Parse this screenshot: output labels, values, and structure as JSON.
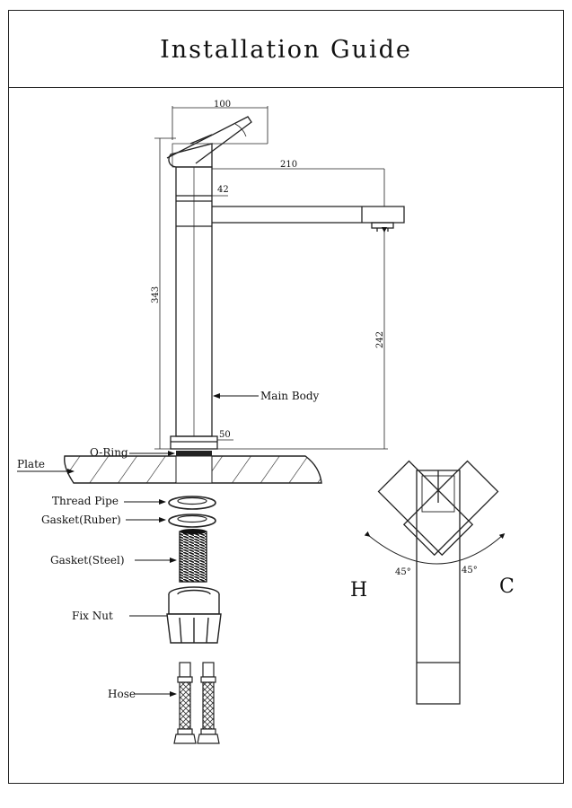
{
  "title": "Installation Guide",
  "dimensions": {
    "top_width": "100",
    "spout_reach": "210",
    "spout_drop": "42",
    "total_height": "343",
    "spout_height": "242",
    "base_dia": "50"
  },
  "parts": {
    "main_body": "Main Body",
    "o_ring": "O-Ring",
    "plate": "Plate",
    "thread_pipe": "Thread Pipe",
    "gasket_rubber": "Gasket(Ruber)",
    "gasket_steel": "Gasket(Steel)",
    "fix_nut": "Fix Nut",
    "hose": "Hose"
  },
  "handle_view": {
    "hot": "H",
    "cold": "C",
    "angle_left": "45°",
    "angle_right": "45°"
  }
}
